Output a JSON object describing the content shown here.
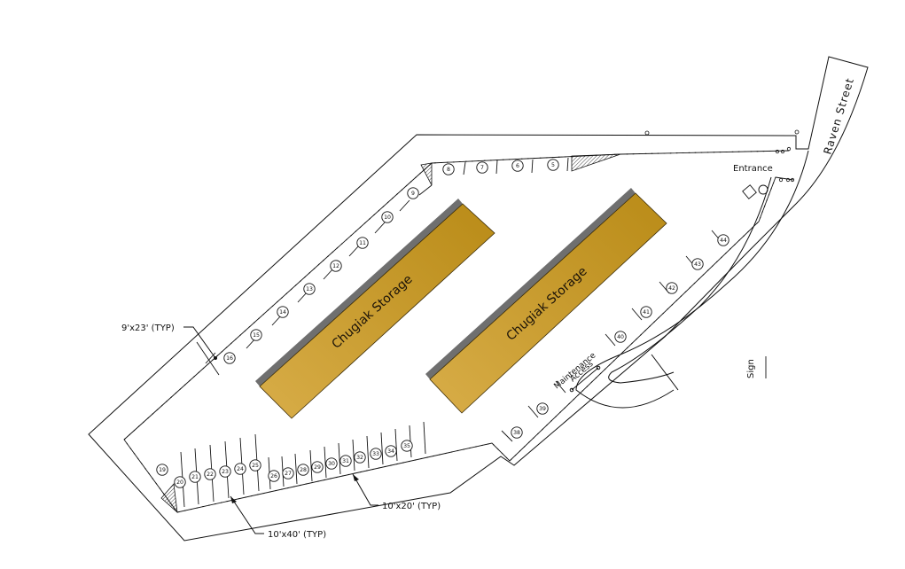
{
  "buildings": [
    {
      "label": "Chugiak Storage"
    },
    {
      "label": "Chugiak Storage"
    }
  ],
  "street": {
    "label": "Raven Street"
  },
  "labels": {
    "entrance": "Entrance",
    "maintenance_line1": "Maintenance",
    "maintenance_line2": "Access",
    "sign": "Sign"
  },
  "callouts": {
    "stall_small": "9'x23' (TYP)",
    "stall_medium": "10'x20' (TYP)",
    "stall_large": "10'x40' (TYP)"
  },
  "stalls": {
    "top_row": [
      "8",
      "7",
      "6",
      "5"
    ],
    "diagonal_row": [
      "16",
      "15",
      "14",
      "13",
      "12",
      "11",
      "10",
      "9"
    ],
    "bottom_large": [
      "19",
      "20",
      "21",
      "22",
      "23",
      "24",
      "25"
    ],
    "bottom_medium": [
      "26",
      "27",
      "28",
      "29",
      "30",
      "31",
      "32",
      "33",
      "34",
      "35"
    ],
    "right_row": [
      "38",
      "39",
      "40",
      "41",
      "42",
      "43",
      "44"
    ]
  }
}
